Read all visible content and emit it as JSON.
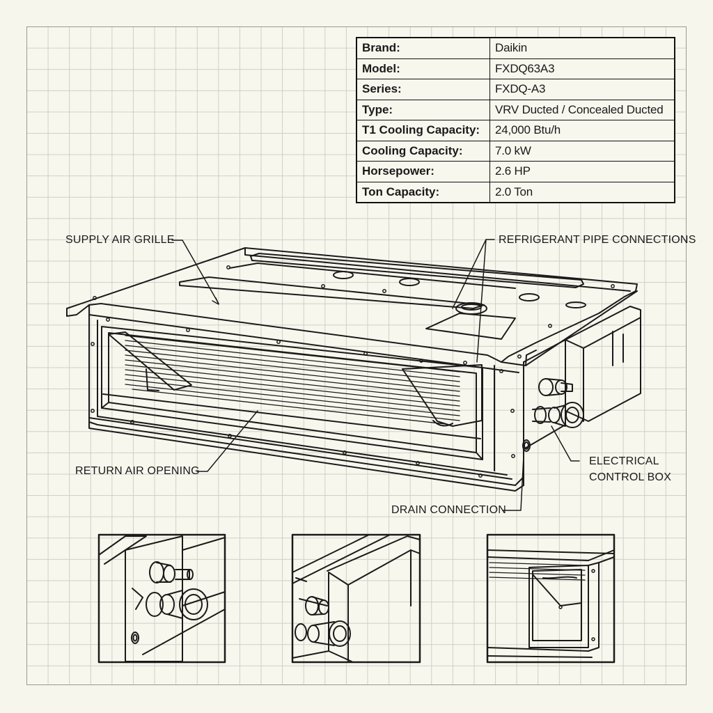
{
  "specs": [
    {
      "label": "Brand:",
      "value": "Daikin"
    },
    {
      "label": "Model:",
      "value": "FXDQ63A3"
    },
    {
      "label": "Series:",
      "value": "FXDQ-A3"
    },
    {
      "label": "Type:",
      "value": "VRV Ducted / Concealed Ducted"
    },
    {
      "label": "T1 Cooling Capacity:",
      "value": "24,000 Btu/h"
    },
    {
      "label": "Cooling Capacity:",
      "value": "7.0 kW"
    },
    {
      "label": "Horsepower:",
      "value": "2.6 HP"
    },
    {
      "label": "Ton Capacity:",
      "value": "2.0 Ton"
    }
  ],
  "callouts": {
    "supply_air_grille": "SUPPLY AIR GRILLE",
    "refrigerant_pipe_connections": "REFRIGERANT PIPE CONNECTIONS",
    "return_air_opening": "RETURN AIR OPENING",
    "electrical_control_box_line1": "ELECTRICAL",
    "electrical_control_box_line2": "CONTROL BOX",
    "drain_connection": "DRAIN CONNECTION"
  },
  "colors": {
    "ink": "#1a1a1a",
    "paper": "#f7f6ec",
    "grid": "#cfcfc6"
  }
}
